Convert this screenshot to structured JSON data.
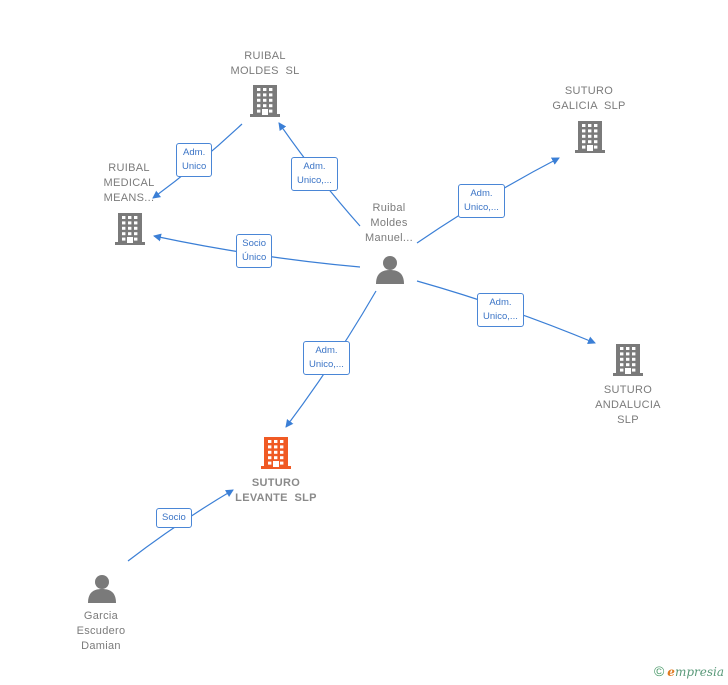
{
  "nodes": [
    {
      "id": "ruibal-moldes-sl",
      "label": "RUIBAL\nMOLDES  SL",
      "kind": "company"
    },
    {
      "id": "suturo-galicia",
      "label": "SUTURO\nGALICIA  SLP",
      "kind": "company"
    },
    {
      "id": "ruibal-medical",
      "label": "RUIBAL\nMEDICAL\nMEANS...",
      "kind": "company"
    },
    {
      "id": "ruibal-moldes-manuel",
      "label": "Ruibal\nMoldes\nManuel...",
      "kind": "person"
    },
    {
      "id": "suturo-andalucia",
      "label": "SUTURO\nANDALUCIA\nSLP",
      "kind": "company"
    },
    {
      "id": "suturo-levante",
      "label": "SUTURO\nLEVANTE  SLP",
      "kind": "company-focus"
    },
    {
      "id": "garcia-escudero",
      "label": "Garcia\nEscudero\nDamian",
      "kind": "person"
    }
  ],
  "edges": [
    {
      "id": "e1",
      "label": "Adm.\nUnico"
    },
    {
      "id": "e2",
      "label": "Adm.\nUnico,..."
    },
    {
      "id": "e3",
      "label": "Socio\nÚnico"
    },
    {
      "id": "e4",
      "label": "Adm.\nUnico,..."
    },
    {
      "id": "e5",
      "label": "Adm.\nUnico,..."
    },
    {
      "id": "e6",
      "label": "Adm.\nUnico,..."
    },
    {
      "id": "e7",
      "label": "Socio"
    }
  ],
  "footer": {
    "copyright": "©",
    "brand_e": "e",
    "brand_rest": "mpresia"
  },
  "colors": {
    "edge": "#3b7fd6",
    "company": "#7a7a7a",
    "focus": "#f05a24",
    "person": "#7a7a7a"
  }
}
